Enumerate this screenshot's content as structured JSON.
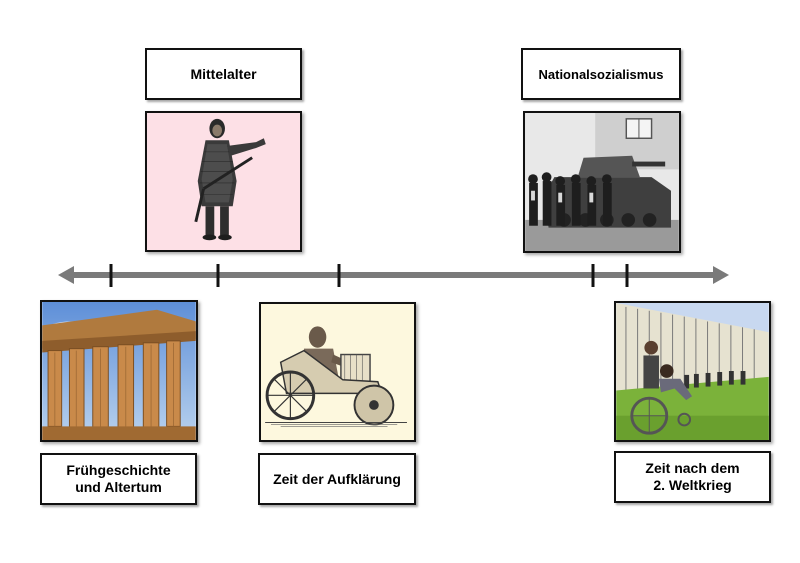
{
  "timeline": {
    "labels": {
      "mittelalter": "Mittelalter",
      "nationalsozialismus": "Nationalsozialismus",
      "fruehgeschichte": "Frühgeschichte\nund Altertum",
      "aufklaerung": "Zeit der Aufklärung",
      "nachkrieg": "Zeit nach dem\n2. Weltkrieg"
    },
    "images": {
      "mittelalter": "medieval-man-illustration",
      "nationalsozialismus": "ww2-tank-soldiers-photo",
      "fruehgeschichte": "greek-temple-photo",
      "aufklaerung": "wheelchair-engraving",
      "nachkrieg": "wheelchair-users-park-photo"
    },
    "colors": {
      "axis": "#777777",
      "tick": "#111111",
      "mittelalter_bg": "#fde0e6",
      "aufklaerung_bg": "#fdf8de"
    }
  }
}
